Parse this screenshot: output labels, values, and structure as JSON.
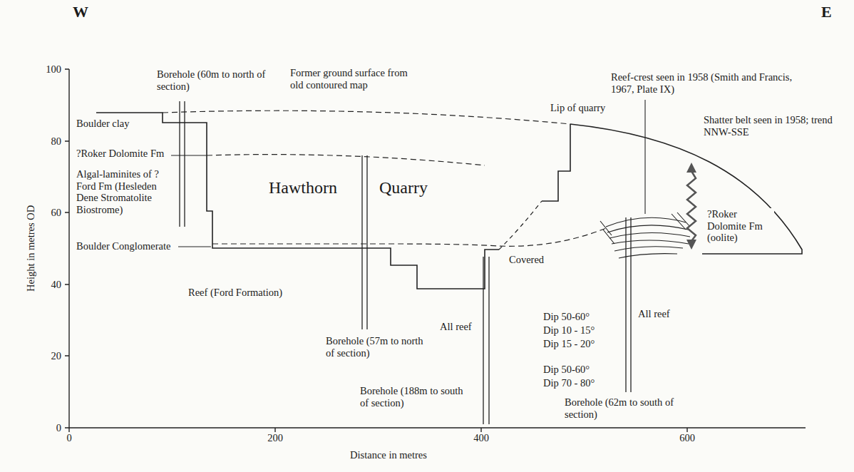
{
  "diagram": {
    "labels": [
      "W",
      "E",
      "100",
      "80",
      "60",
      "40",
      "20",
      "0",
      "Height in metres OD",
      "Borehole (60m to north of section)",
      "Former ground surface from old contoured map",
      "Boulder clay",
      "Reef-crest seen in 1958 (Smith and Francis, 1967, Plate IX)",
      "?Roker Dolomite Fm",
      "Lip of quarry",
      "Shatter belt seen in 1958; trend NNW-SSE",
      "Algal-laminites of ?Ford Fm (Hesleden Dene Stromatolite Biostrome)",
      "Hawthorn",
      "Quarry",
      "Boulder Conglomerate",
      "?Roker Dolomite Fm (oolite)",
      "Covered",
      "Reef (Ford Formation)",
      "Dip 50-60°",
      "Dip 10 - 15°",
      "Dip 15 - 20°",
      "Dip 50-60°",
      "Dip 70 - 80°",
      "All reef",
      "Borehole (57m to north of section)",
      "All reef",
      "Borehole (188m to south of section)",
      "Borehole (62m to south of section)",
      "0",
      "200",
      "400",
      "600",
      "Distance in metres"
    ]
  }
}
